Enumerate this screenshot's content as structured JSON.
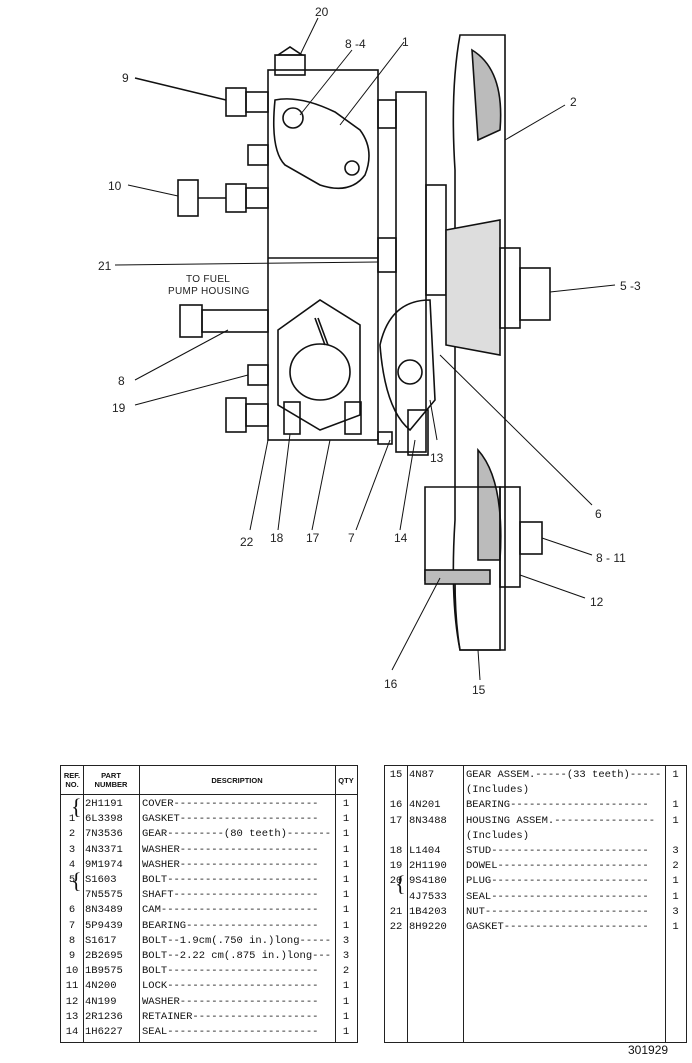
{
  "callouts": {
    "c20": "20",
    "c8_4": "8 -4",
    "c1": "1",
    "c9": "9",
    "c2": "2",
    "c10": "10",
    "c21": "21",
    "c5_3": "5 -3",
    "c8": "8",
    "c19": "19",
    "c13": "13",
    "c6": "6",
    "c22": "22",
    "c18": "18",
    "c17": "17",
    "c7": "7",
    "c14": "14",
    "c8_11": "8 - 11",
    "c12": "12",
    "c16": "16",
    "c15": "15"
  },
  "note": {
    "line1": "TO FUEL",
    "line2": "PUMP HOUSING"
  },
  "table_headers": {
    "ref_line1": "REF.",
    "ref_line2": "NO.",
    "part_line1": "PART",
    "part_line2": "NUMBER",
    "description": "DESCRIPTION",
    "qty": "QTY"
  },
  "parts_left": [
    {
      "ref": "",
      "part": "2H1191",
      "desc": "COVER-----------------------",
      "qty": "1"
    },
    {
      "ref": "1",
      "part": "6L3398",
      "desc": "GASKET----------------------",
      "qty": "1"
    },
    {
      "ref": "2",
      "part": "7N3536",
      "desc": "GEAR---------(80 teeth)-------",
      "qty": "1"
    },
    {
      "ref": "3",
      "part": "4N3371",
      "desc": "WASHER----------------------",
      "qty": "1"
    },
    {
      "ref": "4",
      "part": "9M1974",
      "desc": "WASHER----------------------",
      "qty": "1"
    },
    {
      "ref": "5",
      "part": "S1603",
      "desc": "BOLT------------------------",
      "qty": "1"
    },
    {
      "ref": "",
      "part": "7N5575",
      "desc": "SHAFT-----------------------",
      "qty": "1"
    },
    {
      "ref": "6",
      "part": "8N3489",
      "desc": "CAM-------------------------",
      "qty": "1"
    },
    {
      "ref": "7",
      "part": "5P9439",
      "desc": "BEARING---------------------",
      "qty": "1"
    },
    {
      "ref": "8",
      "part": "S1617",
      "desc": "BOLT--1.9cm(.750 in.)long-----",
      "qty": "3"
    },
    {
      "ref": "9",
      "part": "2B2695",
      "desc": "BOLT--2.22 cm(.875 in.)long---",
      "qty": "3"
    },
    {
      "ref": "10",
      "part": "1B9575",
      "desc": "BOLT------------------------",
      "qty": "2"
    },
    {
      "ref": "11",
      "part": "4N200",
      "desc": "LOCK------------------------",
      "qty": "1"
    },
    {
      "ref": "12",
      "part": "4N199",
      "desc": "WASHER----------------------",
      "qty": "1"
    },
    {
      "ref": "13",
      "part": "2R1236",
      "desc": "RETAINER--------------------",
      "qty": "1"
    },
    {
      "ref": "14",
      "part": "1H6227",
      "desc": "SEAL------------------------",
      "qty": "1"
    }
  ],
  "parts_right": [
    {
      "ref": "15",
      "part": "4N87",
      "desc": "GEAR ASSEM.-----(33 teeth)------",
      "qty": "1"
    },
    {
      "ref": "",
      "part": "",
      "desc": "(Includes)",
      "qty": ""
    },
    {
      "ref": "16",
      "part": "4N201",
      "desc": "BEARING----------------------",
      "qty": "1"
    },
    {
      "ref": "17",
      "part": "8N3488",
      "desc": "HOUSING ASSEM.----------------",
      "qty": "1"
    },
    {
      "ref": "",
      "part": "",
      "desc": "(Includes)",
      "qty": ""
    },
    {
      "ref": "18",
      "part": "L1404",
      "desc": "STUD-------------------------",
      "qty": "3"
    },
    {
      "ref": "19",
      "part": "2H1190",
      "desc": "DOWEL------------------------",
      "qty": "2"
    },
    {
      "ref": "20",
      "part": "9S4180",
      "desc": "PLUG-------------------------",
      "qty": "1"
    },
    {
      "ref": "",
      "part": "4J7533",
      "desc": "SEAL-------------------------",
      "qty": "1"
    },
    {
      "ref": "21",
      "part": "1B4203",
      "desc": "NUT--------------------------",
      "qty": "3"
    },
    {
      "ref": "22",
      "part": "8H9220",
      "desc": "GASKET-----------------------",
      "qty": "1"
    }
  ],
  "figure_number": "301929"
}
